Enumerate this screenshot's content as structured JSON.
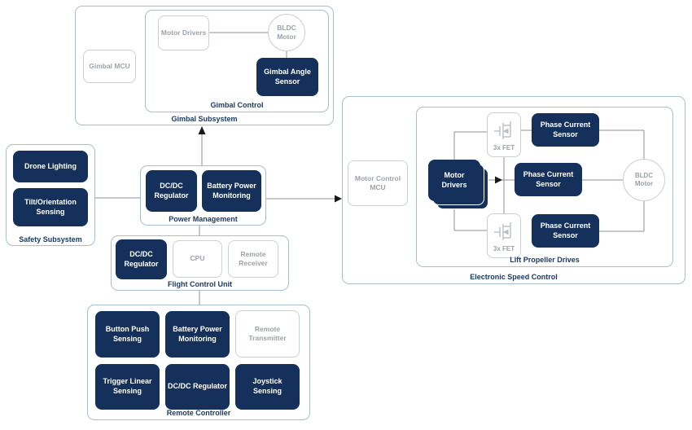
{
  "colors": {
    "navy_fill": "#15315B",
    "container_border": "#A9C0CC",
    "ghost_border": "#CBD0D5",
    "ghost_text": "#9CA2A8",
    "label_text": "#1B3A63",
    "wire": "#8D9295",
    "arrow": "#1A1A1A",
    "background": "#FFFFFF"
  },
  "diagram": {
    "gimbal": {
      "label": "Gimbal Subsystem",
      "mcu": "Gimbal MCU",
      "control": {
        "label": "Gimbal Control",
        "motor_drivers": "Motor Drivers",
        "bldc": "BLDC Motor",
        "angle_sensor": "Gimbal Angle Sensor"
      }
    },
    "safety": {
      "label": "Safety Subsystem",
      "drone_lighting": "Drone Lighting",
      "tilt": "Tilt/Orientation Sensing"
    },
    "power": {
      "label": "Power Management",
      "dcdc": "DC/DC Regulator",
      "battery": "Battery Power Monitoring"
    },
    "fcu": {
      "label": "Flight Control Unit",
      "dcdc": "DC/DC Regulator",
      "cpu": "CPU",
      "receiver": "Remote Receiver"
    },
    "rc": {
      "label": "Remote Controller",
      "button": "Button Push Sensing",
      "battery": "Battery Power Monitoring",
      "transmitter": "Remote Transmitter",
      "trigger": "Trigger Linear Sensing",
      "dcdc": "DC/DC Regulator",
      "joystick": "Joystick Sensing"
    },
    "esc": {
      "label": "Electronic Speed Control",
      "mcu": "Motor Control MCU",
      "lpd": {
        "label": "Lift Propeller Drives",
        "fet": "3x FET",
        "motor_drivers": "Motor Drivers",
        "pcs": "Phase Current Sensor",
        "bldc": "BLDC Motor"
      }
    }
  }
}
